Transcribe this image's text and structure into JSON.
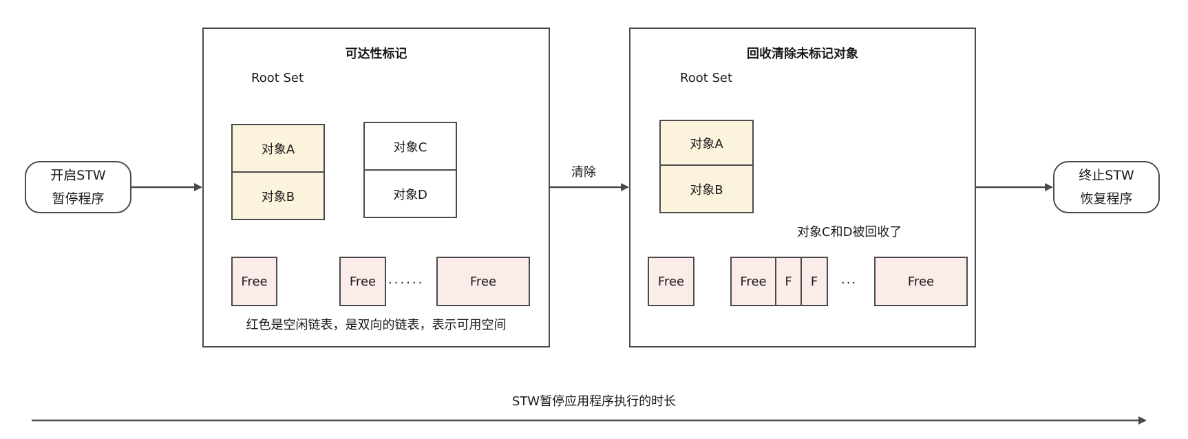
{
  "start": {
    "line1": "开启STW",
    "line2": "暂停程序"
  },
  "end": {
    "line1": "终止STW",
    "line2": "恢复程序"
  },
  "mark_phase": {
    "title": "可达性标记",
    "root_set": "Root Set",
    "obj_a": "对象A",
    "obj_b": "对象B",
    "obj_c": "对象C",
    "obj_d": "对象D",
    "free1": "Free",
    "free2": "Free",
    "dots": "......",
    "free3": "Free",
    "caption": "红色是空闲链表，是双向的链表，表示可用空间"
  },
  "transition_label": "清除",
  "sweep_phase": {
    "title": "回收清除未标记对象",
    "root_set": "Root Set",
    "obj_a": "对象A",
    "obj_b": "对象B",
    "note": "对象C和D被回收了",
    "free1": "Free",
    "free2": "Free",
    "f1": "F",
    "f2": "F",
    "dots": "...",
    "free3": "Free"
  },
  "timeline_label": "STW暂停应用程序执行的时长",
  "colors": {
    "marked_fill": "#fcf3dd",
    "free_fill": "#fbecea",
    "stroke": "#4a4a4a"
  }
}
